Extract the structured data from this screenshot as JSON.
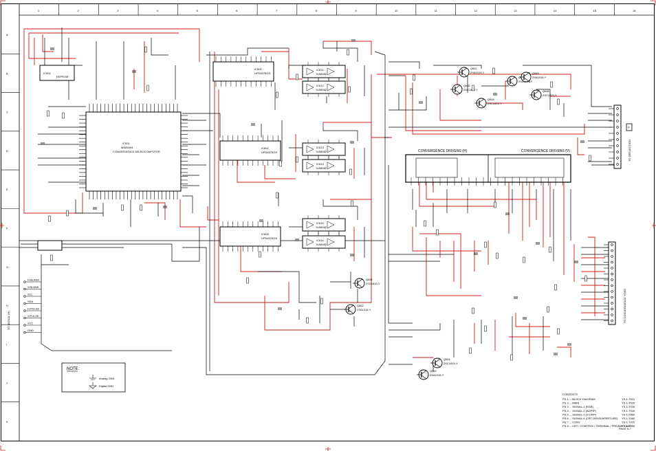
{
  "columns": [
    "1",
    "2",
    "3",
    "4",
    "5",
    "6",
    "7",
    "8",
    "9",
    "10",
    "11",
    "12",
    "13",
    "14",
    "15",
    "16"
  ],
  "rows": [
    "A",
    "B",
    "C",
    "D",
    "E",
    "F",
    "G",
    "H",
    "I",
    "J",
    "K"
  ],
  "colors": {
    "wire_red": "#d01818",
    "wire_black": "#000000",
    "frame": "#000000",
    "corner_mark": "#d01818"
  },
  "ic_main": {
    "name": "IC001",
    "sub": "MN89304",
    "desc": "CONVERGENCE MICROCOMPUTER"
  },
  "ic_eeprom": {
    "name": "IC002",
    "desc": "EEPROM"
  },
  "ic_dac": [
    {
      "name": "IC601",
      "sub": "UPD6376GS"
    },
    {
      "name": "IC602",
      "sub": "UPD6376GS"
    },
    {
      "name": "IC603",
      "sub": "UPD6376GS"
    }
  ],
  "ic_amp": [
    {
      "name": "IC611",
      "sub": "NJM082"
    },
    {
      "name": "IC612",
      "sub": "NJM082"
    },
    {
      "name": "IC613",
      "sub": "NJM082"
    },
    {
      "name": "IC614",
      "sub": "NJM082"
    },
    {
      "name": "IC615",
      "sub": "NJM082"
    },
    {
      "name": "IC616",
      "sub": "NJM082"
    }
  ],
  "conv_drivers": [
    {
      "label": "CONVERGENCE DRIVERS (H)"
    },
    {
      "label": "CONVERGENCE DRIVERS (V)"
    }
  ],
  "connectors": {
    "right_top": "TO DEFLECTION",
    "right_mid": "TO CONVERGENCE YOKE",
    "left": "TO SIGNAL (H)",
    "ref": "P"
  },
  "transistors_top": [
    {
      "name": "Q641",
      "sub": "2SA1015-Y"
    },
    {
      "name": "Q642",
      "sub": "2SC1815-Y"
    },
    {
      "name": "Q643",
      "sub": "2SA1015-Y"
    },
    {
      "name": "Q644",
      "sub": "2SC1815-Y"
    },
    {
      "name": "Q645",
      "sub": "2SA1015-Y"
    },
    {
      "name": "Q646",
      "sub": "2SC1815-Y"
    }
  ],
  "transistors_bottom": [
    {
      "name": "Q651",
      "sub": "2SC1815-Y"
    },
    {
      "name": "Q652",
      "sub": "2SA1015-Y"
    },
    {
      "name": "Q661",
      "sub": "2SC1815-Y"
    },
    {
      "name": "Q662",
      "sub": "2SA1015-Y"
    }
  ],
  "left_signals": [
    "H.BLANK",
    "V.BLANK",
    "SCL",
    "SDA",
    "H.PULSE",
    "V.PULSE",
    "VCC",
    "GND"
  ],
  "note": {
    "title": "NOTE:",
    "line1": "Analog GND",
    "line2": "Digital GND"
  },
  "contents": {
    "title": "CONTENTS",
    "rows": [
      {
        "left": "PS.1 ... BLOCK DIAGRAM",
        "right": "YS-1-7010"
      },
      {
        "left": "PS.2 ... MAIN",
        "right": "YS-1-7020"
      },
      {
        "left": "PS.3 ... SIGNAL-1 (RGB)",
        "right": "YS-1-7030"
      },
      {
        "left": "PS.4 ... SIGNAL-2 (AV/PIP)",
        "right": "YS-1-7040"
      },
      {
        "left": "PS.5 ... SIGNAL-3 (YC/PIP)",
        "right": "YS-1-7050"
      },
      {
        "left": "PS.6 ... SIGNAL-4 (CRT DRIVE/APERTURE)",
        "right": "YS-1-7060"
      },
      {
        "left": "PS.7 ... CONV",
        "right": "YS-1-7070"
      },
      {
        "left": "PS.8 ... CRT / CONTROL / TERMINAL / PREAMP / DAF",
        "right": "YS-1-7080"
      }
    ]
  },
  "page_label": "PAGE 5-7"
}
